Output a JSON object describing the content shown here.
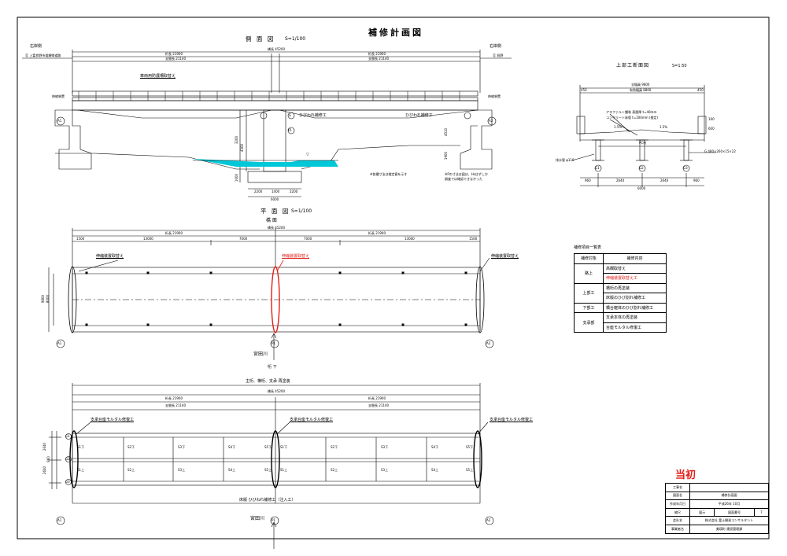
{
  "sheet": {
    "title": "補修計画図",
    "stamp": "当初"
  },
  "side_view": {
    "title": "側 面 図",
    "scale": "S=1/100",
    "left_abutment": "右岸側",
    "right_abutment": "右岸側",
    "left_road": "至 上富良野市道鎖線道路",
    "right_road": "至 旭野",
    "total_length": "橋長 45200",
    "span_left": "桁長 21900",
    "span_right": "桁長 21900",
    "support_left": "支間長 21140",
    "support_right": "支間長 21140",
    "label_rail": "車両用防護柵取替え",
    "label_crack_center": "ひびわれ補修工",
    "label_crack_right": "ひびわれ補修工",
    "joint_left": "伸縮装置",
    "joint_right": "伸縮装置",
    "note_1": "※各種寸法は推定値を示す",
    "note_2": "※Pの寸法は図は、Hsはずしか",
    "note_3": "調査では確認できなかった",
    "pier_dims": [
      "2200",
      "1400",
      "2200"
    ],
    "pier_total": "6000",
    "pier_heights": [
      "3200",
      "4300",
      "1000"
    ],
    "abut_heights": [
      "4510",
      "1900"
    ],
    "water_mark": "▽",
    "pts": {
      "a1": "A1",
      "p1": "P1",
      "a2": "A2",
      "g": "G"
    }
  },
  "cross_section": {
    "title": "上部工断面図",
    "scale": "S=1:50",
    "overall_width": "全幅員 9800",
    "effective_width": "有効幅員 8800",
    "edge_left": "450",
    "edge_right": "450",
    "pavement": "アスファルト舗装 表層厚 t=40mm",
    "concrete": "コンクリート床版 t=200mm (推定)",
    "slope_left": "1.5%",
    "slope_right": "1.5%",
    "pc": "PC桁",
    "drain": "排水管 φ110",
    "girders": "G 480×260×15×22",
    "dims_bottom": [
      "960",
      "2640",
      "2640",
      "960"
    ],
    "total_bottom": "6000",
    "heights": [
      "160",
      "600"
    ],
    "pts": [
      "G1",
      "G2",
      "G3"
    ]
  },
  "plan_view": {
    "title": "平 面 図",
    "scale": "S=1/100",
    "subtitle": "橋 面",
    "total_length": "橋長 45200",
    "span_left": "桁長 21900",
    "span_right": "桁長 21900",
    "dims": [
      "1500",
      "13000",
      "7000",
      "7000",
      "13000",
      "1500"
    ],
    "width_dims": [
      "8000",
      "9800"
    ],
    "label_joint_left": "伸縮装置取替え",
    "label_joint_center": "伸縮装置取替え",
    "label_joint_right": "伸縮装置取替え",
    "river": "宮田川",
    "below": "桁 下",
    "pts": {
      "a1": "A1",
      "p1": "P1",
      "a2": "A2"
    }
  },
  "girder_plan": {
    "subtitle": "主桁、横桁、支承 再塗装",
    "total_length": "橋長 45200",
    "span_left": "桁長 21900",
    "span_right": "桁長 21900",
    "support_left": "支間長 21140",
    "support_right": "支間長 21140",
    "label_bearing_left": "支承台座モルタル修復工",
    "label_bearing_center": "支承台座モルタル修復工",
    "label_bearing_right": "支承台座モルタル修復工",
    "label_deck": "床版 ひびわれ補修工（注入工）",
    "panel_labels_top": [
      "S1下",
      "S2下",
      "S3下",
      "S4下",
      "S5下",
      "S1下",
      "S2下",
      "S3下",
      "S4下",
      "S5下"
    ],
    "panel_labels_bot": [
      "S1上",
      "S2上",
      "S3上",
      "S4上",
      "S5上",
      "S1上",
      "S2上",
      "S3上",
      "S4上",
      "S5上"
    ],
    "side_dims": [
      "2640",
      "2640",
      "960"
    ],
    "river": "宮田川",
    "pts": {
      "a1": "A1",
      "p1": "P1",
      "a2": "A2",
      "g1": "G1",
      "g2": "G2",
      "g3": "G3"
    }
  },
  "repair_table": {
    "title": "補修項目一覧表",
    "header": [
      "補修対象",
      "補修内容"
    ],
    "groups": [
      {
        "target": "路上",
        "items": [
          {
            "text": "高欄取替え",
            "red": false
          },
          {
            "text": "伸縮装置取替え工",
            "red": true
          }
        ]
      },
      {
        "target": "上部工",
        "items": [
          {
            "text": "橋桁の再塗装",
            "red": false
          },
          {
            "text": "床版のひび割れ補修工",
            "red": false
          }
        ]
      },
      {
        "target": "下部工",
        "items": [
          {
            "text": "橋台躯体のひび割れ補修工",
            "red": false
          }
        ]
      },
      {
        "target": "支承部",
        "items": [
          {
            "text": "支承本体の再塗装",
            "red": false
          },
          {
            "text": "台座モルタル修復工",
            "red": false
          }
        ]
      }
    ]
  },
  "title_block": {
    "rows": [
      {
        "label": "工事名",
        "value": ""
      },
      {
        "label": "図面名",
        "value": "補修計画図"
      },
      {
        "label": "作成年月日",
        "value": "平成26年 10月"
      },
      {
        "label": "縮尺",
        "value": "図示",
        "label2": "図面番号",
        "value2": "7"
      },
      {
        "label": "会社名",
        "value": "株式会社 富士開発コンサルタント"
      },
      {
        "label": "事業者名",
        "value": "美瑛町 建設管理課"
      }
    ]
  },
  "colors": {
    "line": "#000000",
    "red": "#e0201b",
    "water": "#00c8d8"
  }
}
